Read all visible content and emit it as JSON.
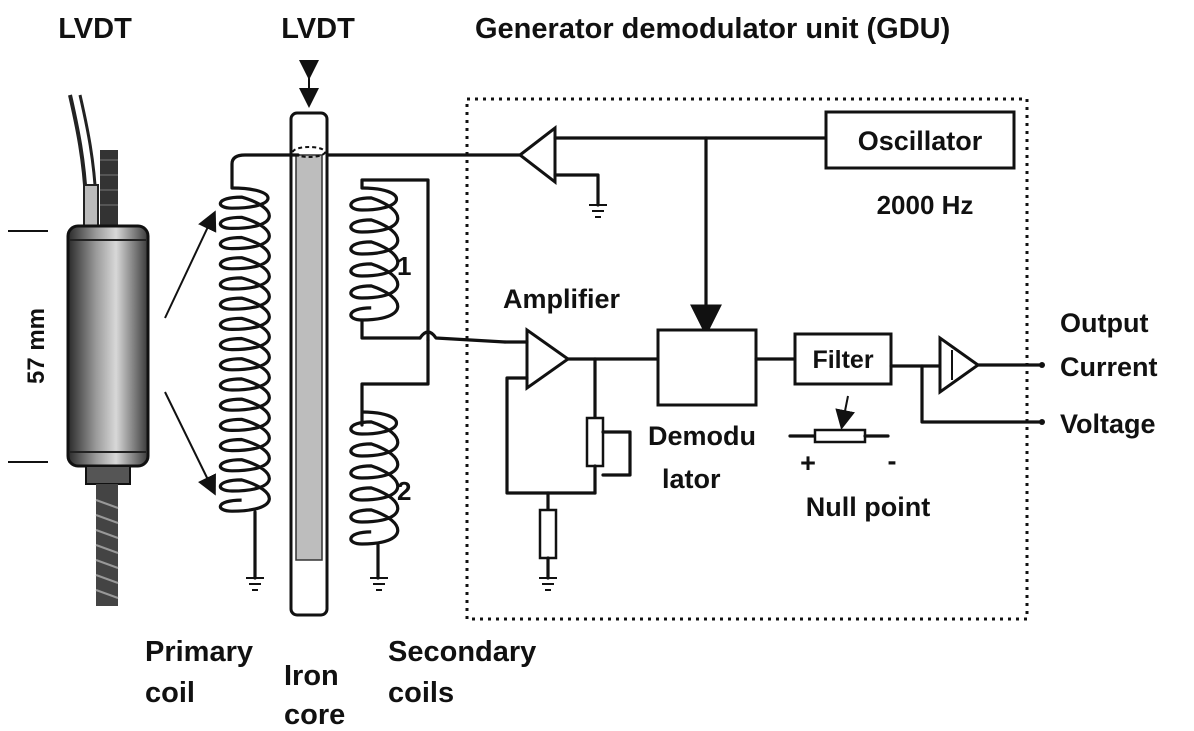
{
  "labels": {
    "lvdt_left": "LVDT",
    "lvdt_mid": "LVDT",
    "gdu_title": "Generator demodulator unit (GDU)",
    "oscillator": "Oscillator",
    "frequency": "2000 Hz",
    "amplifier": "Amplifier",
    "coil1": "1",
    "coil2": "2",
    "filter": "Filter",
    "demod_1": "Demodu",
    "demod_2": "lator",
    "plus": "+",
    "minus": "-",
    "null_point": "Null point",
    "output": "Output",
    "current": "Current",
    "voltage": "Voltage",
    "dimension": "57 mm",
    "primary_1": "Primary",
    "primary_2": "coil",
    "iron_1": "Iron",
    "iron_2": "core",
    "secondary_1": "Secondary",
    "secondary_2": "coils"
  }
}
